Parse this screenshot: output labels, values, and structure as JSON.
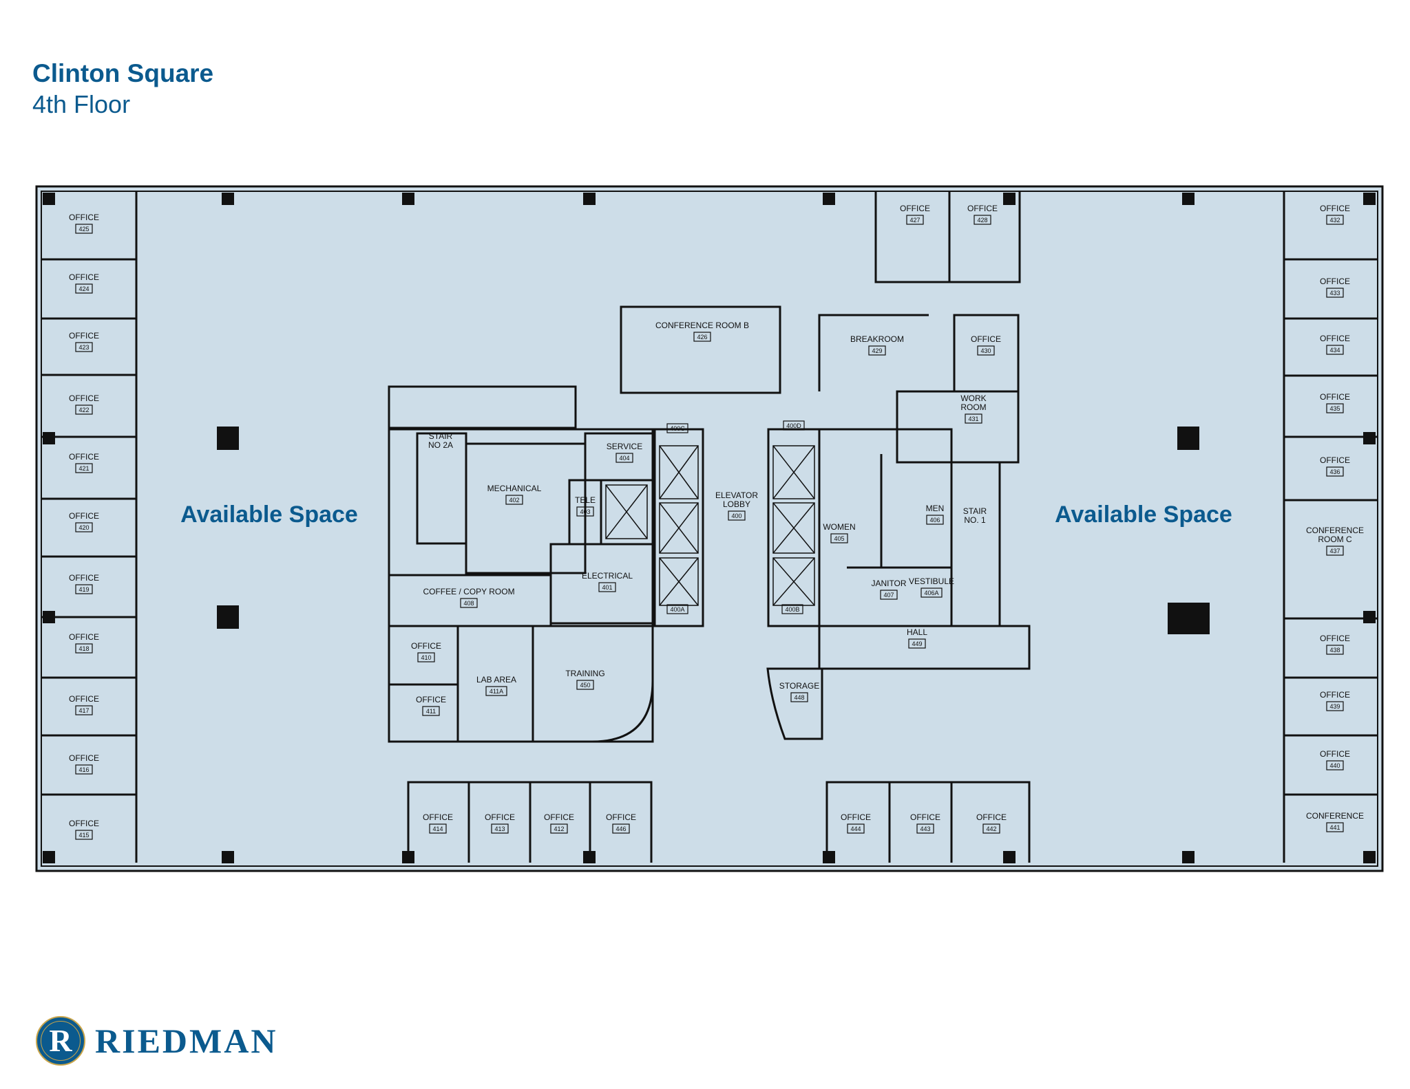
{
  "header": {
    "title": "Clinton Square",
    "subtitle": "4th Floor"
  },
  "colors": {
    "brand": "#0b5a8e",
    "floor_fill": "#cddde8",
    "wall": "#111111",
    "logo_gold": "#c9a54a"
  },
  "available_space": [
    "Available Space",
    "Available Space"
  ],
  "rooms": [
    {
      "name": "OFFICE",
      "number": "425"
    },
    {
      "name": "OFFICE",
      "number": "424"
    },
    {
      "name": "OFFICE",
      "number": "423"
    },
    {
      "name": "OFFICE",
      "number": "422"
    },
    {
      "name": "OFFICE",
      "number": "421"
    },
    {
      "name": "OFFICE",
      "number": "420"
    },
    {
      "name": "OFFICE",
      "number": "419"
    },
    {
      "name": "OFFICE",
      "number": "418"
    },
    {
      "name": "OFFICE",
      "number": "417"
    },
    {
      "name": "OFFICE",
      "number": "416"
    },
    {
      "name": "OFFICE",
      "number": "415"
    },
    {
      "name": "OFFICE",
      "number": "432"
    },
    {
      "name": "OFFICE",
      "number": "433"
    },
    {
      "name": "OFFICE",
      "number": "434"
    },
    {
      "name": "OFFICE",
      "number": "435"
    },
    {
      "name": "OFFICE",
      "number": "436"
    },
    {
      "name": "CONFERENCE\nROOM C",
      "number": "437"
    },
    {
      "name": "OFFICE",
      "number": "438"
    },
    {
      "name": "OFFICE",
      "number": "439"
    },
    {
      "name": "OFFICE",
      "number": "440"
    },
    {
      "name": "CONFERENCE",
      "number": "441"
    },
    {
      "name": "OFFICE",
      "number": "427"
    },
    {
      "name": "OFFICE",
      "number": "428"
    },
    {
      "name": "CONFERENCE ROOM B",
      "number": "426"
    },
    {
      "name": "BREAKROOM",
      "number": "429"
    },
    {
      "name": "OFFICE",
      "number": "430"
    },
    {
      "name": "WORK\nROOM",
      "number": "431"
    },
    {
      "name": "STAIR\nNO 2A",
      "number": ""
    },
    {
      "name": "MECHANICAL",
      "number": "402"
    },
    {
      "name": "SERVICE",
      "number": "404"
    },
    {
      "name": "TELE",
      "number": "403"
    },
    {
      "name": "ELECTRICAL",
      "number": "401"
    },
    {
      "name": "COFFEE / COPY ROOM",
      "number": "408"
    },
    {
      "name": "OFFICE",
      "number": "410"
    },
    {
      "name": "OFFICE",
      "number": "411"
    },
    {
      "name": "LAB AREA",
      "number": "411A"
    },
    {
      "name": "TRAINING",
      "number": "450"
    },
    {
      "name": "ELEVATOR\nLOBBY",
      "number": "400"
    },
    {
      "name": "",
      "number": "400C"
    },
    {
      "name": "",
      "number": "400A"
    },
    {
      "name": "",
      "number": "400D"
    },
    {
      "name": "",
      "number": "400B"
    },
    {
      "name": "WOMEN",
      "number": "405"
    },
    {
      "name": "MEN",
      "number": "406"
    },
    {
      "name": "STAIR\nNO. 1",
      "number": ""
    },
    {
      "name": "JANITOR",
      "number": "407"
    },
    {
      "name": "VESTIBULE",
      "number": "406A"
    },
    {
      "name": "HALL",
      "number": "449"
    },
    {
      "name": "STORAGE",
      "number": "448"
    },
    {
      "name": "OFFICE",
      "number": "414"
    },
    {
      "name": "OFFICE",
      "number": "413"
    },
    {
      "name": "OFFICE",
      "number": "412"
    },
    {
      "name": "OFFICE",
      "number": "446"
    },
    {
      "name": "OFFICE",
      "number": "444"
    },
    {
      "name": "OFFICE",
      "number": "443"
    },
    {
      "name": "OFFICE",
      "number": "442"
    }
  ],
  "logo": {
    "mark": "R",
    "text": "RIEDMAN"
  }
}
